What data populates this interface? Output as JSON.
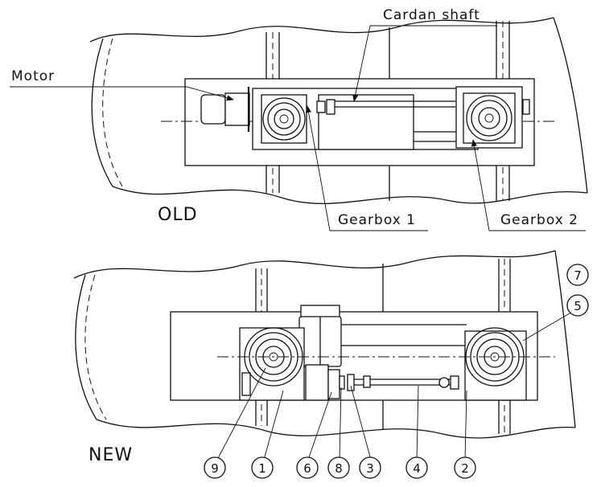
{
  "old": {
    "title": "OLD",
    "labels": {
      "motor": "Motor",
      "cardan": "Cardan shaft",
      "gearbox1": "Gearbox 1",
      "gearbox2": "Gearbox 2"
    }
  },
  "new": {
    "title": "NEW",
    "callouts": [
      "9",
      "1",
      "6",
      "8",
      "3",
      "4",
      "2",
      "7",
      "5"
    ]
  }
}
